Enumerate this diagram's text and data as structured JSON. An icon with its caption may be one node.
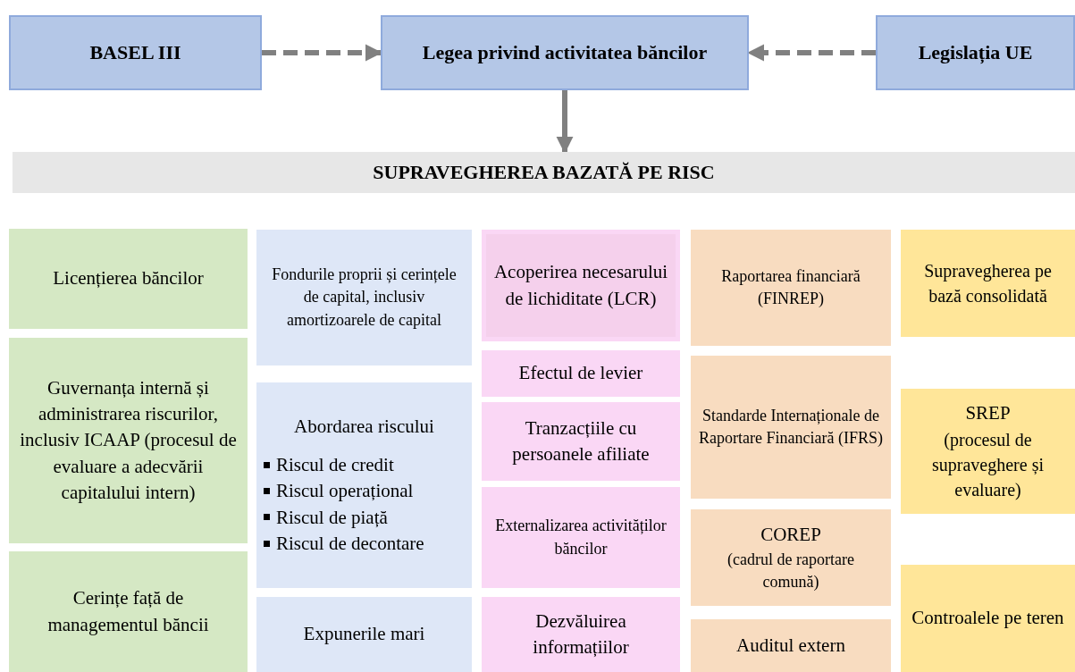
{
  "diagram": {
    "nodes": [
      {
        "text": [
          "BASEL III"
        ]
      },
      {
        "text": [
          "Legea privind activitatea băncilor"
        ]
      },
      {
        "text": [
          "Legislația UE"
        ]
      },
      {
        "text": [
          "SUPRAVEGHEREA BAZATĂ PE RISC"
        ]
      },
      {
        "text": [
          "Licențierea băncilor"
        ]
      },
      {
        "text": [
          "Guvernanța internă și administrarea riscurilor, inclusiv ICAAP (procesul de evaluare a adecvării capitalului intern)"
        ]
      },
      {
        "text": [
          "Cerințe față de managementul băncii"
        ]
      },
      {
        "text": [
          "Fondurile proprii și cerințele de capital, inclusiv amortizoarele de capital"
        ]
      },
      {
        "text": [
          "Abordarea riscului",
          "Riscul de credit",
          "Riscul operațional",
          "Riscul de piață",
          "Riscul de decontare"
        ]
      },
      {
        "text": [
          "Expunerile mari"
        ]
      },
      {
        "text": [
          "Acoperirea necesarului de lichiditate (LCR)"
        ]
      },
      {
        "text": [
          "Efectul de levier"
        ]
      },
      {
        "text": [
          "Tranzacțiile cu persoanele afiliate"
        ]
      },
      {
        "text": [
          "Externalizarea activităților băncilor"
        ]
      },
      {
        "text": [
          "Dezvăluirea informațiilor"
        ]
      },
      {
        "text": [
          "Raportarea financiară (FINREP)"
        ]
      },
      {
        "text": [
          "Standarde Internaționale de Raportare Financiară (IFRS)"
        ]
      },
      {
        "text": [
          "COREP",
          "(cadrul de raportare comună)"
        ]
      },
      {
        "text": [
          "Auditul extern"
        ]
      },
      {
        "text": [
          "Supravegherea pe bază consolidată"
        ]
      },
      {
        "text": [
          "SREP",
          "(procesul de supraveghere și evaluare)"
        ]
      },
      {
        "text": [
          "Controalele pe teren"
        ]
      }
    ],
    "edges": [
      {
        "from": 0,
        "to": 1,
        "arrow": "to",
        "style": "dashed"
      },
      {
        "from": 2,
        "to": 1,
        "arrow": "to",
        "style": "dashed"
      },
      {
        "from": 1,
        "to": 3,
        "arrow": "to"
      }
    ]
  }
}
